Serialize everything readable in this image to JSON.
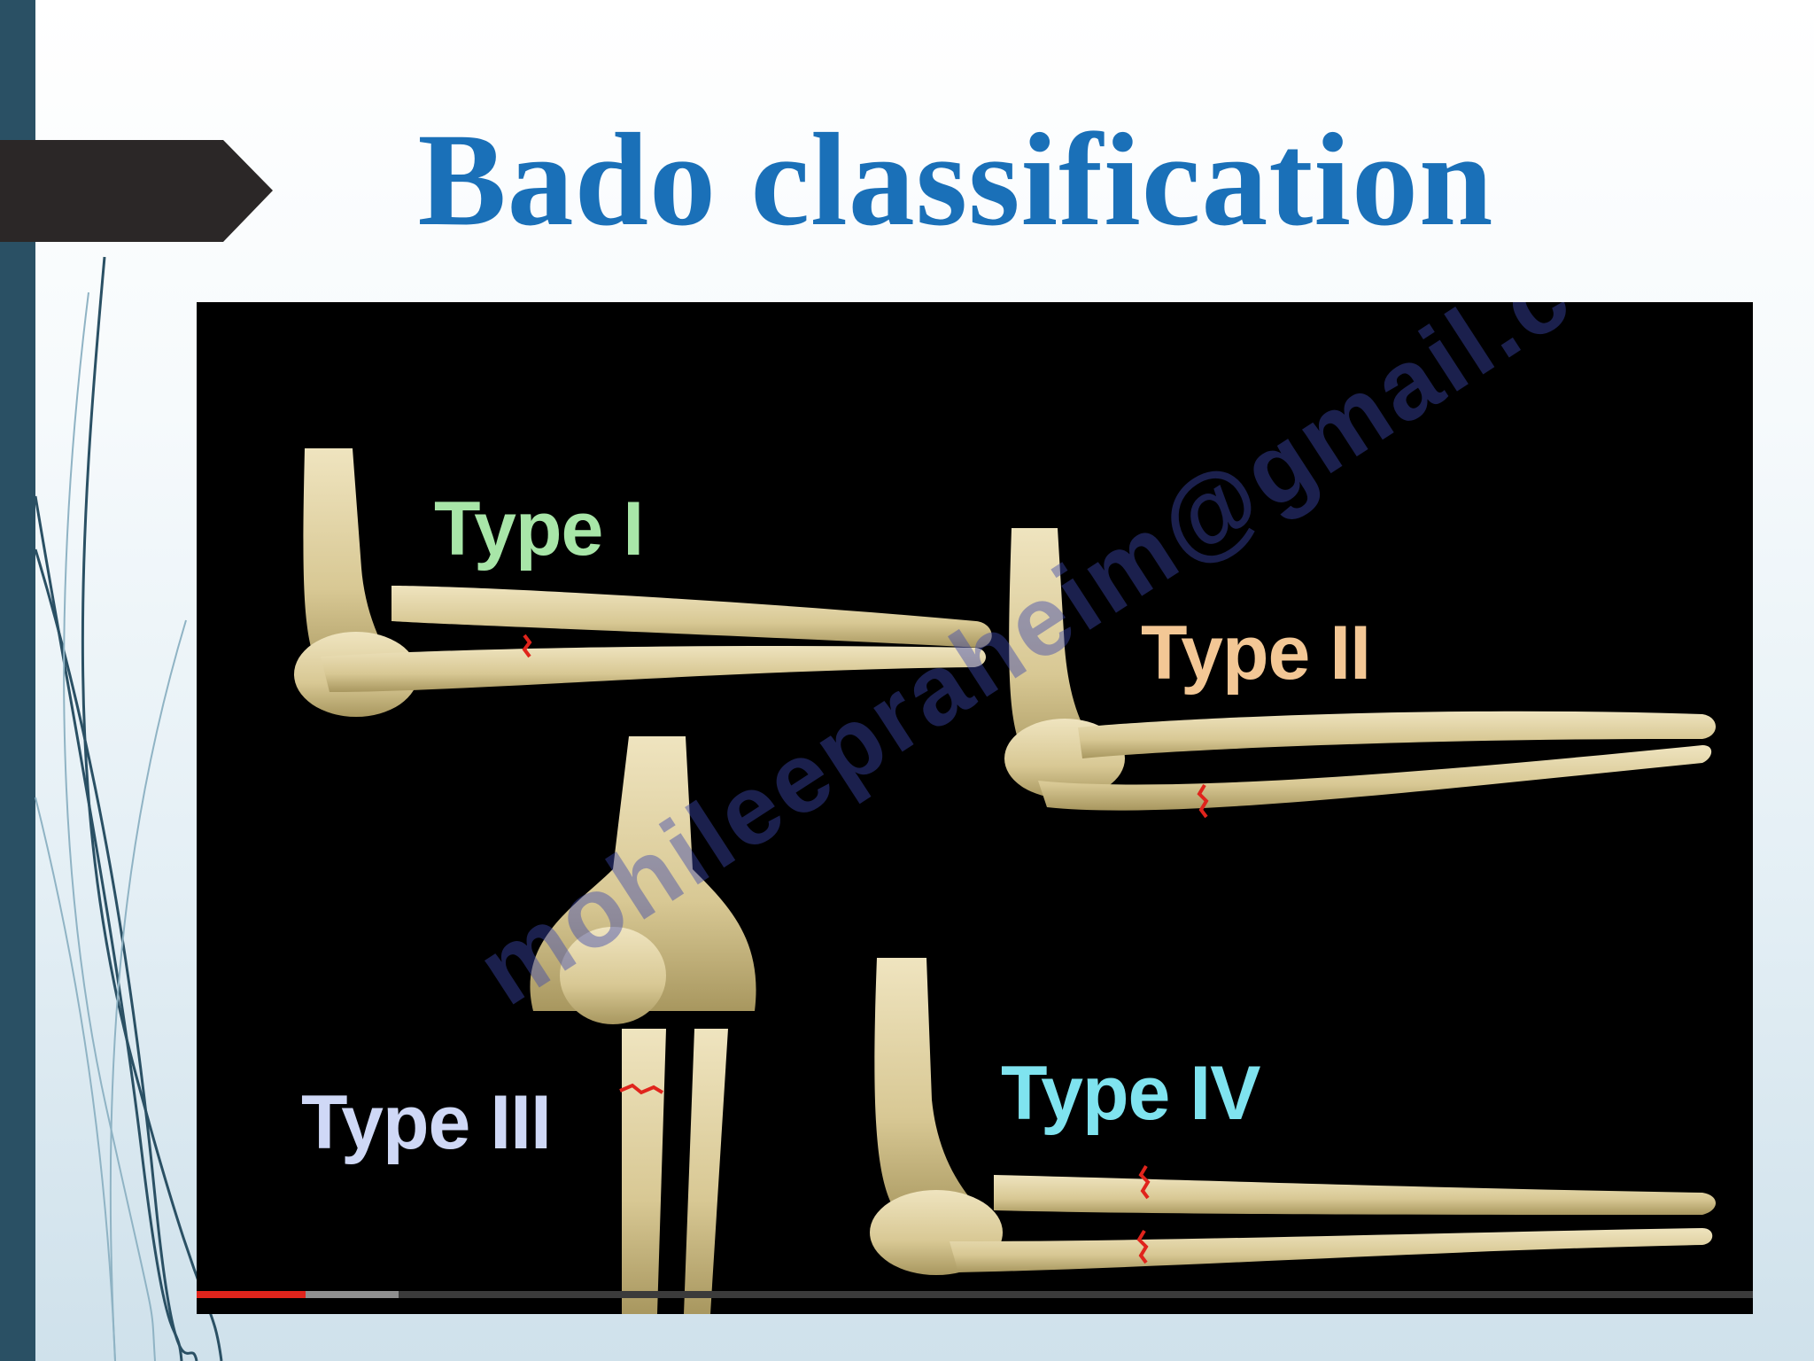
{
  "slide": {
    "title": "Bado classification",
    "title_color": "#1a70b8",
    "accent_band_color": "#2a5064"
  },
  "figure": {
    "labels": [
      {
        "text": "Type I",
        "color": "#a8e6a8"
      },
      {
        "text": "Type II",
        "color": "#f3c795"
      },
      {
        "text": "Type III",
        "color": "#cfd8f6"
      },
      {
        "text": "Type IV",
        "color": "#7fe3ef"
      }
    ],
    "watermark": "mohileepraheim@gmail.com",
    "video_progress": {
      "played_fraction": 0.07,
      "buffered_fraction": 0.13
    }
  }
}
